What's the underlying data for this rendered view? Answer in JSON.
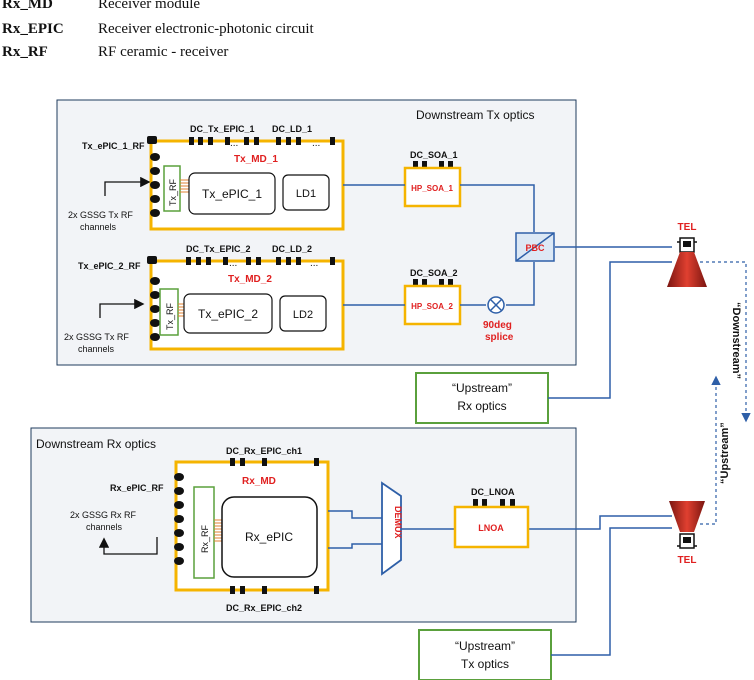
{
  "legend": [
    {
      "abbr": "Rx_MD",
      "desc": "Receiver module"
    },
    {
      "abbr": "Rx_EPIC",
      "desc": "Receiver electronic-photonic circuit"
    },
    {
      "abbr": "Rx_RF",
      "desc": "RF ceramic - receiver"
    }
  ],
  "tx_panel": {
    "title": "Downstream Tx optics",
    "md1": {
      "port": "Tx_ePIC_1_RF",
      "dc_epic": "DC_Tx_EPIC_1",
      "dc_ld": "DC_LD_1",
      "dots": "...",
      "name": "Tx_MD_1",
      "rf": "Tx_RF",
      "epic": "Tx_ePIC_1",
      "ld": "LD1",
      "channels_1": "2x GSSG Tx RF",
      "channels_2": "channels"
    },
    "md2": {
      "port": "Tx_ePIC_2_RF",
      "dc_epic": "DC_Tx_EPIC_2",
      "dc_ld": "DC_LD_2",
      "dots": "...",
      "name": "Tx_MD_2",
      "rf": "Tx_RF",
      "epic": "Tx_ePIC_2",
      "ld": "LD2",
      "channels_1": "2x GSSG Tx RF",
      "channels_2": "channels"
    },
    "soa1": {
      "dc": "DC_SOA_1",
      "name": "HP_SOA_1"
    },
    "soa2": {
      "dc": "DC_SOA_2",
      "name": "HP_SOA_2"
    },
    "pbc": "PBC",
    "splice_1": "90deg",
    "splice_2": "splice"
  },
  "rx_panel": {
    "title": "Downstream Rx optics",
    "port": "Rx_ePIC_RF",
    "dc_ch1": "DC_Rx_EPIC_ch1",
    "dc_ch2": "DC_Rx_EPIC_ch2",
    "md": "Rx_MD",
    "rf": "Rx_RF",
    "epic": "Rx_ePIC",
    "channels_1": "2x GSSG Rx RF",
    "channels_2": "channels",
    "demux": "DEMUX",
    "lnoa_dc": "DC_LNOA",
    "lnoa": "LNOA"
  },
  "upstream_rx": {
    "line1": "“Upstream”",
    "line2": "Rx optics"
  },
  "upstream_tx": {
    "line1": "“Upstream”",
    "line2": "Tx optics"
  },
  "tel_top": "TEL",
  "tel_bottom": "TEL",
  "downstream_label": "“Downstream”",
  "upstream_label": "“Upstream”",
  "colors": {
    "module": "#f5b400",
    "fiber": "#2e5fa8",
    "label_red": "#e02020",
    "green_box": "#5aa03c",
    "panel_border": "#1f3b5c",
    "telescope": "#c0281e"
  }
}
